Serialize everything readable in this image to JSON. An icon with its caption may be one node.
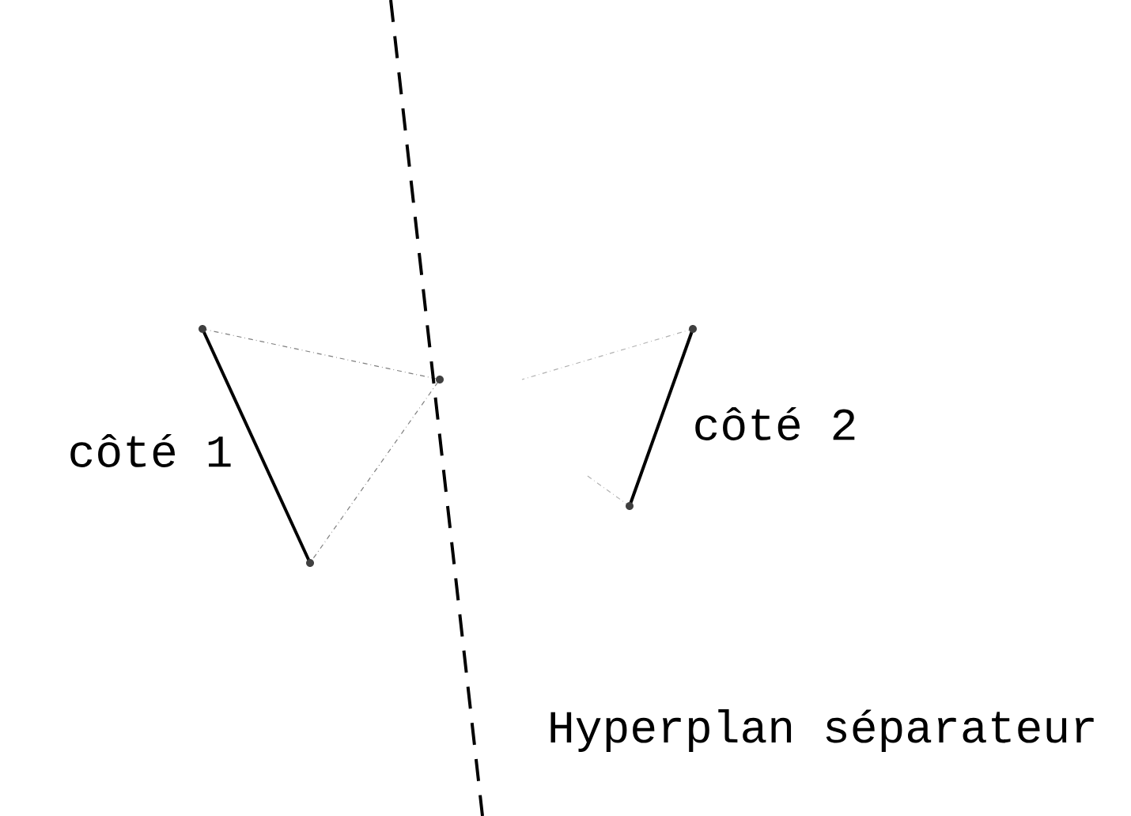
{
  "diagram": {
    "labels": [
      "côté 1",
      "côté 2",
      "Hyperplan séparateur"
    ]
  }
}
